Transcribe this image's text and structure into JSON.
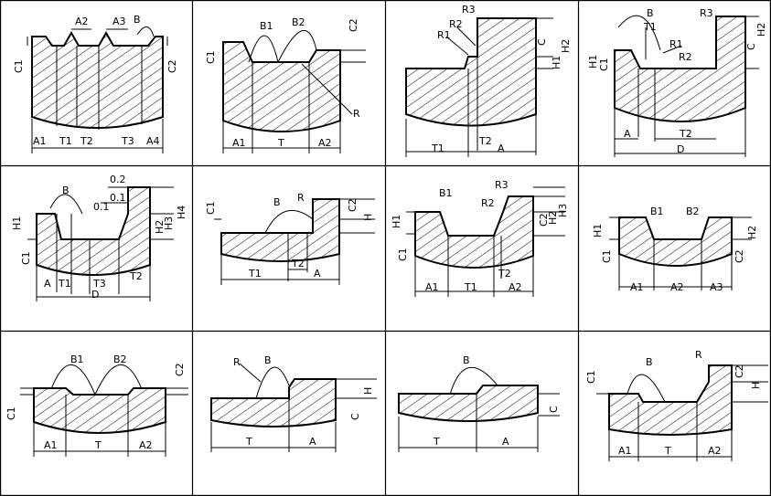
{
  "panels": [
    {
      "id": "p1",
      "labels": [
        "A2",
        "A3",
        "B",
        "C1",
        "C2",
        "A1",
        "T1",
        "T2",
        "T3",
        "A4"
      ]
    },
    {
      "id": "p2",
      "labels": [
        "B1",
        "B2",
        "C2",
        "C1",
        "R",
        "A1",
        "T",
        "A2"
      ]
    },
    {
      "id": "p3",
      "labels": [
        "R3",
        "R2",
        "R1",
        "C",
        "H2",
        "H1",
        "T1",
        "T2",
        "A"
      ]
    },
    {
      "id": "p4",
      "labels": [
        "B",
        "R3",
        "T1",
        "R1",
        "R2",
        "H1",
        "C1",
        "C",
        "H2",
        "A",
        "T2",
        "D"
      ]
    },
    {
      "id": "p5",
      "labels": [
        "0.2",
        "B",
        "0.1",
        "0.1",
        "H1",
        "C1",
        "H2",
        "H3",
        "H4",
        "A",
        "T1",
        "T3",
        "T2",
        "D"
      ]
    },
    {
      "id": "p6",
      "labels": [
        "C1",
        "B",
        "R",
        "C2",
        "H",
        "T1",
        "T2",
        "A"
      ]
    },
    {
      "id": "p7",
      "labels": [
        "B1",
        "R3",
        "R2",
        "H1",
        "C1",
        "C2",
        "H2",
        "H3",
        "A1",
        "T1",
        "A2",
        "T2"
      ]
    },
    {
      "id": "p8",
      "labels": [
        "B1",
        "B2",
        "H1",
        "C1",
        "H2",
        "C2",
        "A1",
        "A2",
        "A3"
      ]
    },
    {
      "id": "p9",
      "labels": [
        "B1",
        "B2",
        "C2",
        "C1",
        "A1",
        "T",
        "A2"
      ]
    },
    {
      "id": "p10",
      "labels": [
        "R",
        "B",
        "H",
        "C",
        "T",
        "A"
      ]
    },
    {
      "id": "p11",
      "labels": [
        "B",
        "C",
        "T",
        "A"
      ]
    },
    {
      "id": "p12",
      "labels": [
        "R",
        "B",
        "C1",
        "C2",
        "H",
        "A1",
        "T",
        "A2"
      ]
    }
  ]
}
